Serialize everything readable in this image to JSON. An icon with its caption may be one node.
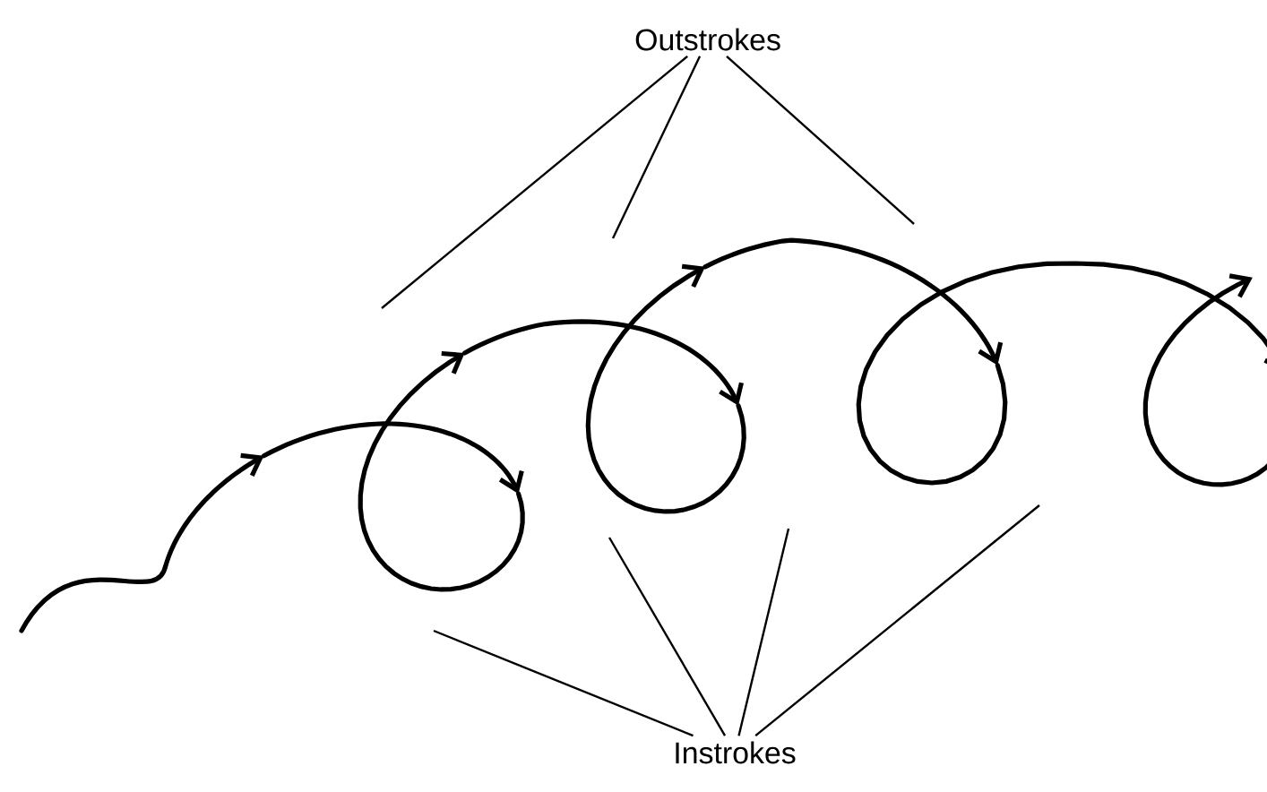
{
  "diagram": {
    "nodes": [
      {
        "text": [
          "Outstrokes"
        ]
      },
      {
        "text": [
          "Instrokes"
        ]
      }
    ],
    "edges": [
      {
        "from": 0,
        "to": null,
        "arrow": "none"
      },
      {
        "from": 0,
        "to": null,
        "arrow": "none"
      },
      {
        "from": 0,
        "to": null,
        "arrow": "none"
      },
      {
        "from": 1,
        "to": null,
        "arrow": "none"
      },
      {
        "from": 1,
        "to": null,
        "arrow": "none"
      },
      {
        "from": 1,
        "to": null,
        "arrow": "none"
      },
      {
        "from": 1,
        "to": null,
        "arrow": "none"
      }
    ]
  }
}
